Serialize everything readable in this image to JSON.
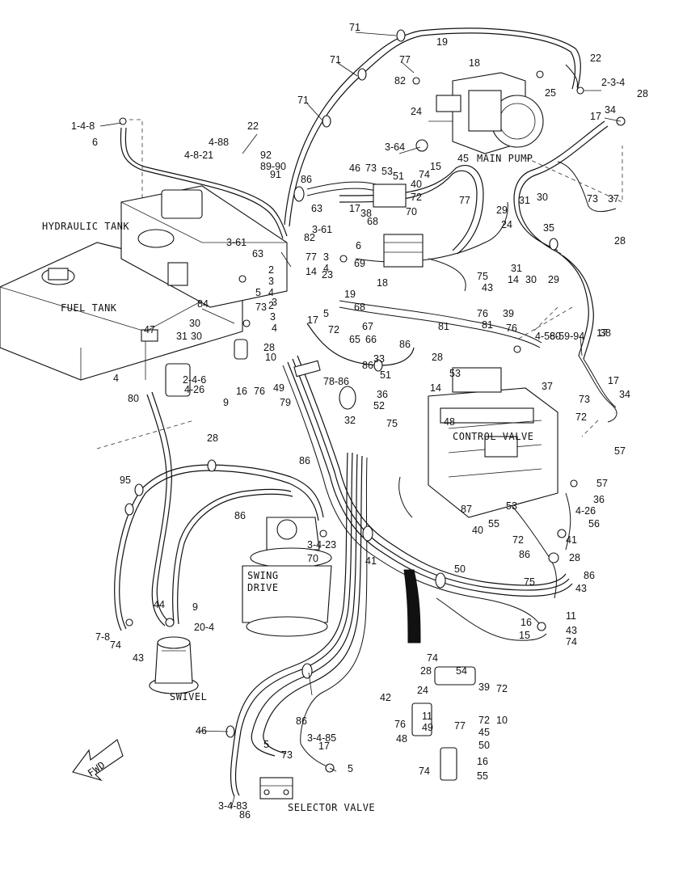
{
  "component_labels": {
    "hydraulic_tank": "HYDRAULIC TANK",
    "fuel_tank": "FUEL TANK",
    "main_pump": "MAIN PUMP",
    "control_valve": "CONTROL VALVE",
    "swing_drive": [
      "SWING",
      "DRIVE"
    ],
    "swivel": "SWIVEL",
    "selector_valve": "SELECTOR VALVE",
    "fwd_arrow": "FWD"
  },
  "callouts": [
    "71",
    "71",
    "71",
    "19",
    "77",
    "18",
    "22",
    "82",
    "2-3-4",
    "28",
    "25",
    "24",
    "17",
    "34",
    "1-4-8",
    "6",
    "22",
    "4-88",
    "4-8-21",
    "92",
    "89-90",
    "91",
    "3-64",
    "45",
    "46",
    "73",
    "53",
    "51",
    "15",
    "74",
    "40",
    "72",
    "77",
    "86",
    "17",
    "38",
    "70",
    "63",
    "68",
    "3-61",
    "82",
    "6",
    "31",
    "30",
    "29",
    "24",
    "35",
    "73",
    "37",
    "28",
    "3-61",
    "63",
    "77",
    "3",
    "4",
    "2",
    "3",
    "4",
    "14",
    "23",
    "69",
    "18",
    "19",
    "5",
    "73",
    "3",
    "75",
    "43",
    "14",
    "30",
    "31",
    "29",
    "84",
    "30",
    "47",
    "31",
    "30",
    "2",
    "3",
    "4",
    "17",
    "5",
    "86",
    "65",
    "66",
    "67",
    "68",
    "76",
    "81",
    "39",
    "76",
    "81",
    "28",
    "10",
    "72",
    "4",
    "2-4-6",
    "4-26",
    "80",
    "9",
    "16",
    "76",
    "49",
    "79",
    "78-86",
    "32",
    "33",
    "86",
    "51",
    "28",
    "53",
    "4-58-59-94",
    "60",
    "17",
    "38",
    "17",
    "34",
    "73",
    "37",
    "36",
    "52",
    "14",
    "75",
    "48",
    "72",
    "57",
    "57",
    "36",
    "4-26",
    "56",
    "28",
    "95",
    "86",
    "86",
    "3-4-23",
    "70",
    "87",
    "53",
    "55",
    "40",
    "72",
    "41",
    "86",
    "28",
    "50",
    "41",
    "86",
    "43",
    "75",
    "44",
    "9",
    "20-4",
    "7-8",
    "74",
    "43",
    "11",
    "16",
    "43",
    "15",
    "74",
    "74",
    "28",
    "54",
    "24",
    "39",
    "72",
    "10",
    "42",
    "11",
    "49",
    "76",
    "48",
    "72",
    "45",
    "77",
    "50",
    "16",
    "74",
    "55",
    "46",
    "86",
    "3-4-85",
    "17",
    "5",
    "73",
    "5",
    "3-4-83",
    "86",
    "53",
    "87"
  ]
}
